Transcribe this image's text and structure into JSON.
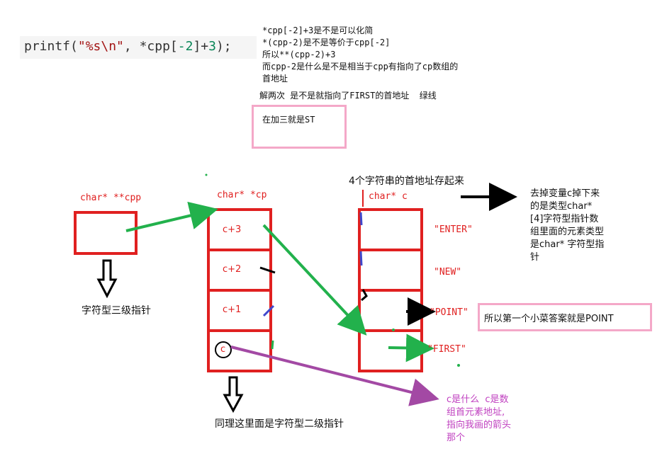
{
  "code": {
    "line": "printf(\"%s\\n\", *cpp[-2]+3);",
    "parts": [
      "printf(",
      "\"%s\\n\"",
      ", *cpp[",
      "-2",
      "]+",
      "3",
      ");"
    ]
  },
  "notes": {
    "top": [
      "*cpp[-2]+3是不是可以化简",
      "*(cpp-2)是不是等价于cpp[-2]",
      "所以**(cpp-2)+3",
      "而cpp-2是什么是不是相当于cpp有指向了cp数组的",
      "首地址"
    ],
    "deref_twice": "解两次 是不是就指向了FIRST的首地址  绿线",
    "plus_three": "在加三就是ST"
  },
  "cpp_box": {
    "label": "char* **cpp",
    "caption": "字符型三级指针"
  },
  "cp_box": {
    "label": "char* *cp",
    "cells": [
      "c+3",
      "c+2",
      "c+1",
      "c"
    ],
    "caption": "同理这里面是字符型二级指针"
  },
  "c_box": {
    "header_note": "4个字符串的首地址存起来",
    "label": "char* c",
    "strings": [
      "\"ENTER\"",
      "\"NEW\"",
      "\"POINT\"",
      "\"FIRST\""
    ]
  },
  "side_note": "去掉变量c掉下来\n的是类型char*\n[4]字符型指针数\n组里面的元素类型\n是char* 字符型指\n针",
  "answer": "所以第一个小菜答案就是POINT",
  "purple_note": "c是什么  c是数\n组首元素地址,\n指向我画的箭头\n那个",
  "colors": {
    "red": "#e02020",
    "green": "#22b14c",
    "purple": "#a349a4",
    "pink": "#f4a8c8",
    "blue": "#3f48cc",
    "black": "#000000"
  }
}
